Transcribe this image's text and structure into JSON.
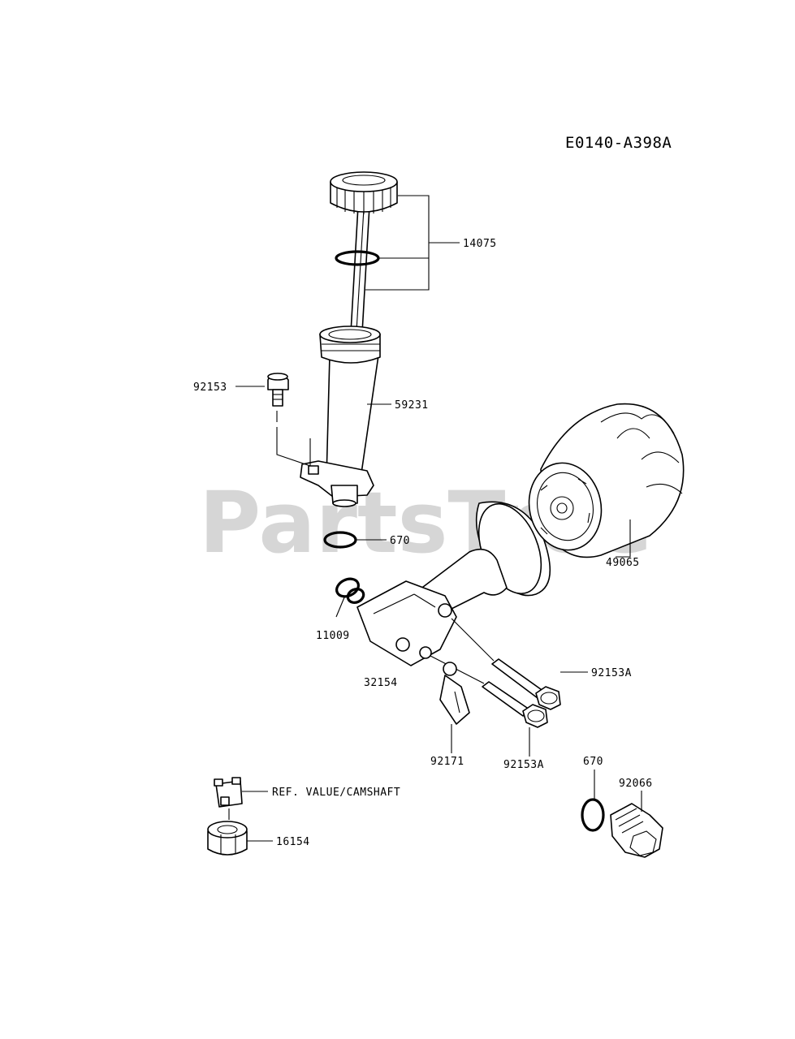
{
  "diagram_code": "E0140-A398A",
  "watermark": "PartsTree",
  "callouts": {
    "p14075": "14075",
    "p92153": "92153",
    "p59231": "59231",
    "p670_top": "670",
    "p49065": "49065",
    "p11009": "11009",
    "p32154": "32154",
    "p92153A_upper": "92153A",
    "p92171": "92171",
    "p92153A_lower": "92153A",
    "p670_bottom": "670",
    "p92066": "92066",
    "ref_camshaft": "REF. VALUE/CAMSHAFT",
    "p16154": "16154"
  }
}
